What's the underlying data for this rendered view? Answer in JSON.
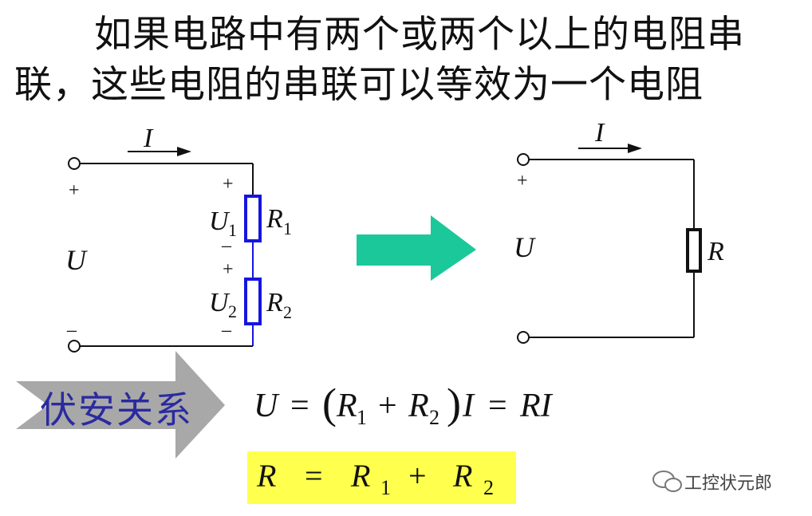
{
  "text": {
    "paragraph": "如果电路中有两个或两个以上的电阻串联，这些电阻的串联可以等效为一个电阻"
  },
  "left_circuit": {
    "current": "I",
    "plus": "+",
    "minus": "–",
    "voltage": "U",
    "u1": "U",
    "u1_sub": "1",
    "u2": "U",
    "u2_sub": "2",
    "r1": "R",
    "r1_sub": "1",
    "r2": "R",
    "r2_sub": "2"
  },
  "right_circuit": {
    "current": "I",
    "plus": "+",
    "voltage": "U",
    "r": "R"
  },
  "relation": {
    "label": "伏安关系"
  },
  "equation1": {
    "U": "U",
    "eq": "=",
    "R1": "R",
    "sub1": "1",
    "plus": "+",
    "R2": "R",
    "sub2": "2",
    "I": "I",
    "eq2": "=",
    "RI": "RI"
  },
  "equation2": {
    "R": "R",
    "eq": "=",
    "R1": "R",
    "sub1": "1",
    "plus": "+",
    "R2": "R",
    "sub2": "2"
  },
  "watermark": {
    "text": "工控状元郎"
  },
  "colors": {
    "resistor_blue": "#1515e0",
    "arrow_green": "#1bc89a",
    "chevron_gray": "#a8a8a8",
    "highlight_yellow": "#ffff4d",
    "label_blue": "#2a2aa0"
  }
}
